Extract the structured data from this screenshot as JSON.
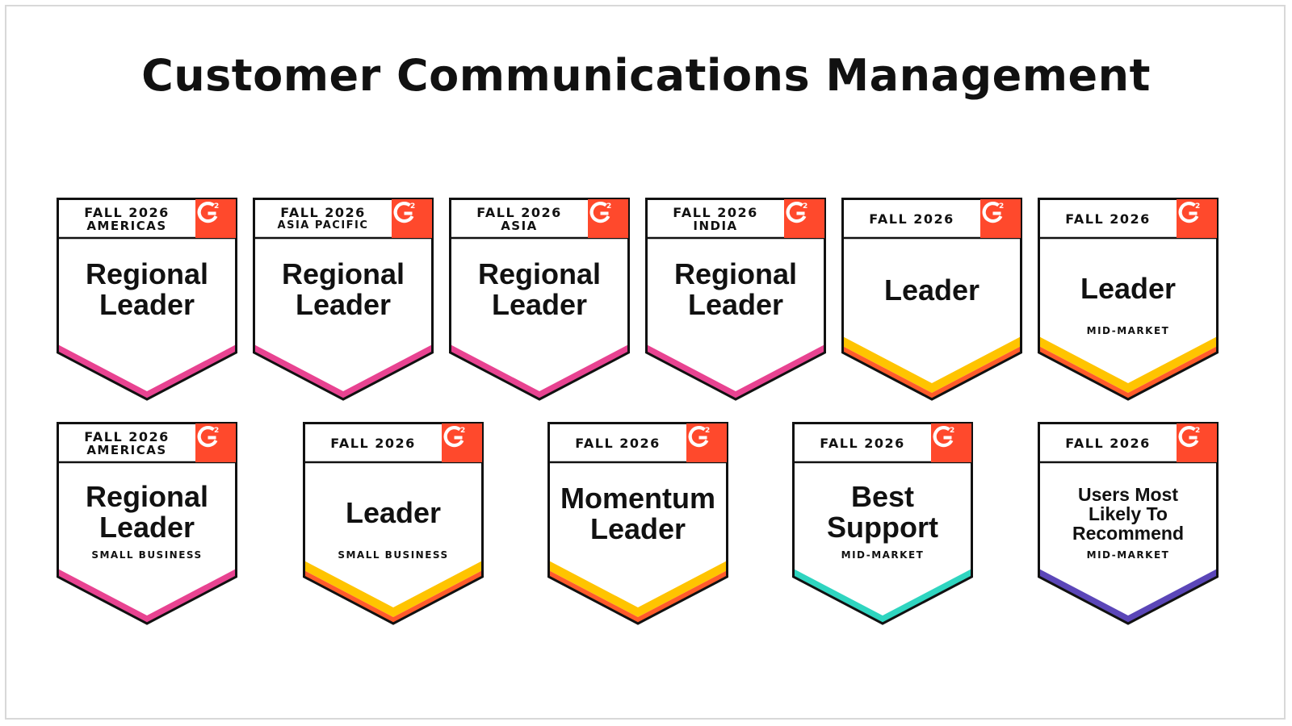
{
  "page": {
    "title": "Customer Communications Management"
  },
  "colors": {
    "pink": "#e84391",
    "yellow": "#ffc400",
    "orange": "#ff5a2b",
    "teal": "#2fd5c0",
    "purple": "#5b46b8",
    "g2_red": "#ff492c",
    "outline": "#111111"
  },
  "badges": [
    {
      "header_line1": "FALL 2026",
      "header_line2": "AMERICAS",
      "main_line1": "Regional",
      "main_line2": "Leader",
      "sub": "",
      "stripe": "pink",
      "logo_icon": "g2-logo-icon"
    },
    {
      "header_line1": "FALL 2026",
      "header_line2": "ASIA PACIFIC",
      "main_line1": "Regional",
      "main_line2": "Leader",
      "sub": "",
      "stripe": "pink",
      "logo_icon": "g2-logo-icon"
    },
    {
      "header_line1": "FALL 2026",
      "header_line2": "ASIA",
      "main_line1": "Regional",
      "main_line2": "Leader",
      "sub": "",
      "stripe": "pink",
      "logo_icon": "g2-logo-icon"
    },
    {
      "header_line1": "FALL 2026",
      "header_line2": "INDIA",
      "main_line1": "Regional",
      "main_line2": "Leader",
      "sub": "",
      "stripe": "pink",
      "logo_icon": "g2-logo-icon"
    },
    {
      "header_line1": "FALL 2026",
      "header_line2": "",
      "main_line1": "Leader",
      "main_line2": "",
      "sub": "",
      "stripe": "yellow-orange",
      "logo_icon": "g2-logo-icon"
    },
    {
      "header_line1": "FALL 2026",
      "header_line2": "",
      "main_line1": "Leader",
      "main_line2": "",
      "sub": "MID-MARKET",
      "stripe": "yellow-orange",
      "logo_icon": "g2-logo-icon"
    },
    {
      "header_line1": "FALL 2026",
      "header_line2": "AMERICAS",
      "main_line1": "Regional",
      "main_line2": "Leader",
      "sub": "SMALL BUSINESS",
      "stripe": "pink",
      "logo_icon": "g2-logo-icon"
    },
    {
      "header_line1": "FALL 2026",
      "header_line2": "",
      "main_line1": "Leader",
      "main_line2": "",
      "sub": "SMALL BUSINESS",
      "stripe": "yellow-orange",
      "logo_icon": "g2-logo-icon"
    },
    {
      "header_line1": "FALL 2026",
      "header_line2": "",
      "main_line1": "Momentum",
      "main_line2": "Leader",
      "sub": "",
      "stripe": "yellow-orange",
      "logo_icon": "g2-logo-icon"
    },
    {
      "header_line1": "FALL 2026",
      "header_line2": "",
      "main_line1": "Best",
      "main_line2": "Support",
      "sub": "MID-MARKET",
      "stripe": "teal",
      "logo_icon": "g2-logo-icon"
    },
    {
      "header_line1": "FALL 2026",
      "header_line2": "",
      "main_line1": "Users Most",
      "main_line2": "Likely To",
      "main_line3": "Recommend",
      "sub": "MID-MARKET",
      "stripe": "purple",
      "logo_icon": "g2-logo-icon"
    }
  ]
}
